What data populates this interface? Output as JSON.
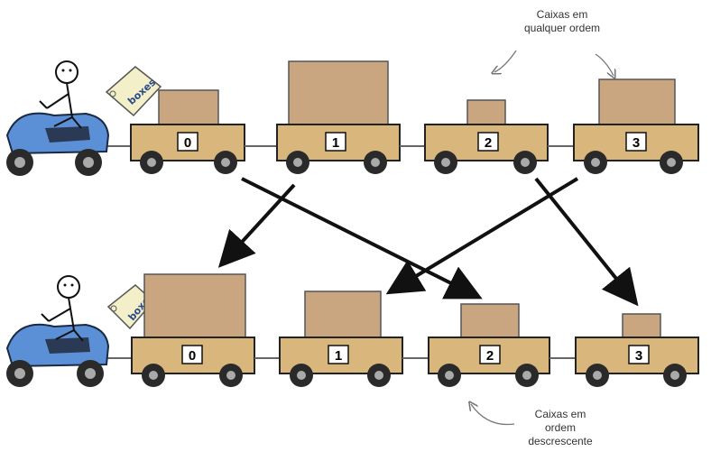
{
  "annotations": {
    "top": [
      "Caixas em",
      "qualquer ordem"
    ],
    "bottom": [
      "Caixas em",
      "ordem",
      "descrescente"
    ]
  },
  "tag_label": "boxes",
  "rows": {
    "top": {
      "labels": [
        "0",
        "1",
        "2",
        "3"
      ]
    },
    "bottom": {
      "labels": [
        "0",
        "1",
        "2",
        "3"
      ]
    }
  },
  "colors": {
    "box": "#c9a680",
    "wagon": "#d9b77c",
    "kart": "#5b8fd6",
    "tag": "#f3efc8"
  }
}
